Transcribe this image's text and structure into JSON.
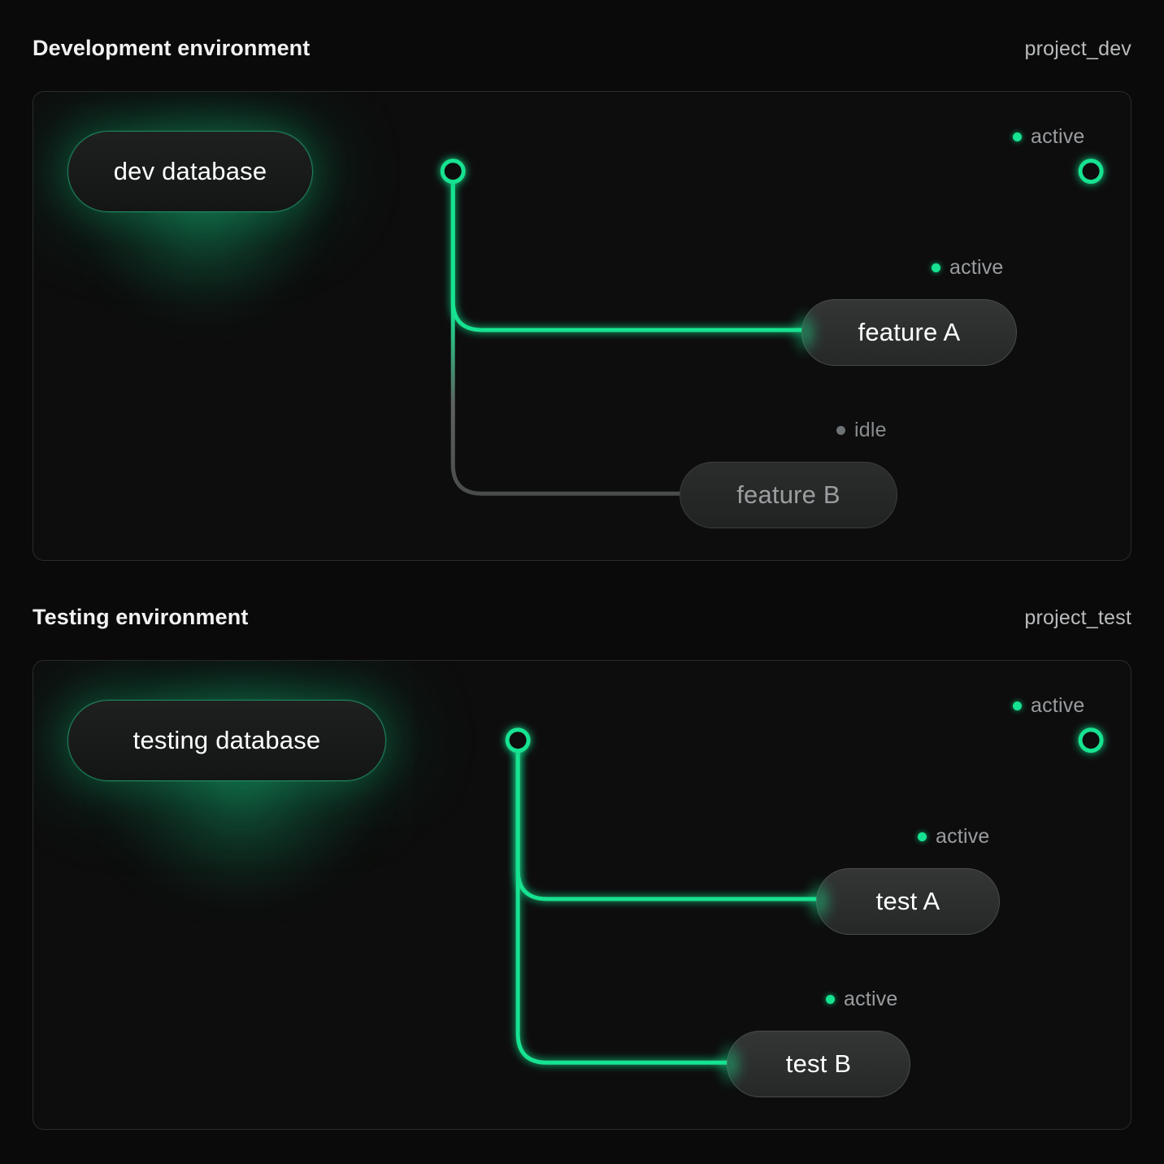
{
  "page": {
    "background": "#0a0a0a",
    "accent": "#16e391",
    "idle_color": "#4a4c4c"
  },
  "sections": [
    {
      "id": "development",
      "title": "Development environment",
      "project": "project_dev",
      "source": {
        "label": "dev database",
        "status": "active"
      },
      "endpoint": {
        "status": "active",
        "status_label": "active"
      },
      "branches": [
        {
          "label": "feature A",
          "status": "active",
          "status_label": "active"
        },
        {
          "label": "feature B",
          "status": "idle",
          "status_label": "idle"
        }
      ]
    },
    {
      "id": "testing",
      "title": "Testing environment",
      "project": "project_test",
      "source": {
        "label": "testing database",
        "status": "active"
      },
      "endpoint": {
        "status": "active",
        "status_label": "active"
      },
      "branches": [
        {
          "label": "test A",
          "status": "active",
          "status_label": "active"
        },
        {
          "label": "test B",
          "status": "active",
          "status_label": "active"
        }
      ]
    }
  ]
}
